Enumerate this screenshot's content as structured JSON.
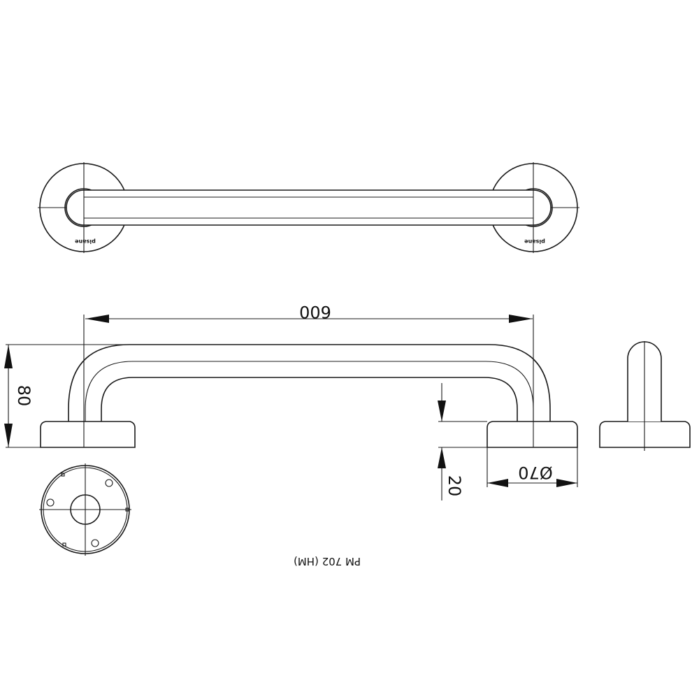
{
  "dimensions": {
    "length": "600",
    "height": "80",
    "base_thickness": "20",
    "flange_diameter": "Ø70"
  },
  "brand_marks": [
    "pisane",
    "pisane"
  ],
  "caption": "PM 702 (HM)",
  "colors": {
    "line": "#1a1a1a",
    "background": "#ffffff"
  }
}
